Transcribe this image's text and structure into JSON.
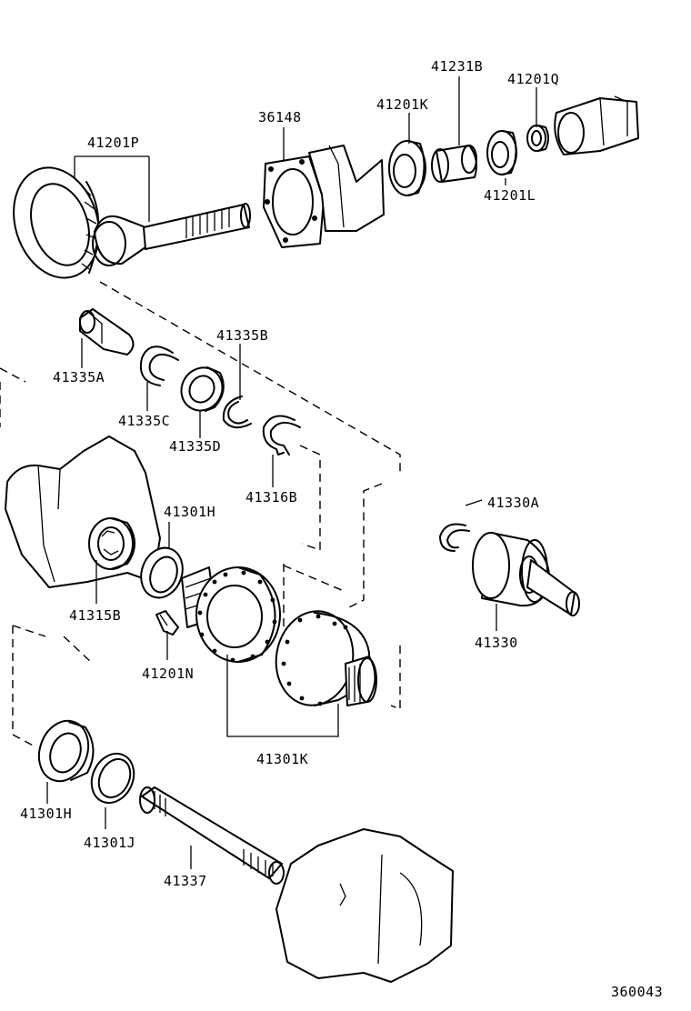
{
  "diagram_number": "360043",
  "parts": {
    "p41201P": "41201P",
    "p36148": "36148",
    "p41201K": "41201K",
    "p41231B": "41231B",
    "p41201Q": "41201Q",
    "p41201L": "41201L",
    "p41335A": "41335A",
    "p41335B": "41335B",
    "p41335C": "41335C",
    "p41335D": "41335D",
    "p41316B": "41316B",
    "p41301H_top": "41301H",
    "p41315B": "41315B",
    "p41201N": "41201N",
    "p41330A": "41330A",
    "p41330": "41330",
    "p41301K": "41301K",
    "p41301H_bottom": "41301H",
    "p41301J": "41301J",
    "p41337": "41337"
  }
}
